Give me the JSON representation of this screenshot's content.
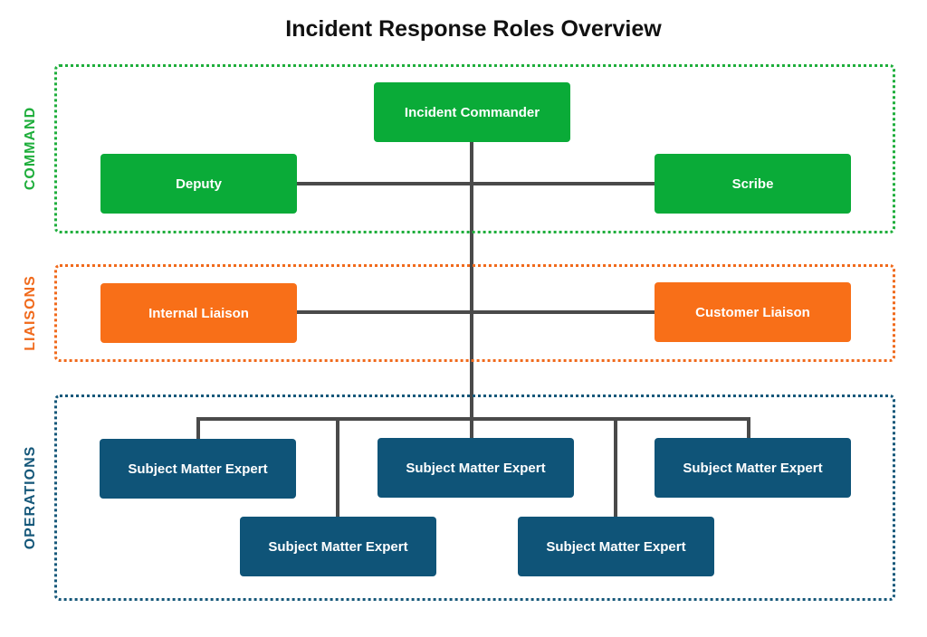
{
  "title": "Incident Response Roles Overview",
  "sections": {
    "command": {
      "label": "COMMAND",
      "color": "#1fae3c"
    },
    "liaisons": {
      "label": "LIAISONS",
      "color": "#f06a1c"
    },
    "operations": {
      "label": "OPERATIONS",
      "color": "#16587a"
    }
  },
  "nodes": {
    "incident_commander": "Incident Commander",
    "deputy": "Deputy",
    "scribe": "Scribe",
    "internal_liaison": "Internal Liaison",
    "customer_liaison": "Customer Liaison",
    "sme": [
      "Subject Matter Expert",
      "Subject Matter Expert",
      "Subject Matter Expert",
      "Subject Matter Expert",
      "Subject Matter Expert"
    ]
  },
  "colors": {
    "command_fill": "#0aab38",
    "liaison_fill": "#f86f18",
    "operations_fill": "#0f5478",
    "connector": "#4a4a4a"
  }
}
